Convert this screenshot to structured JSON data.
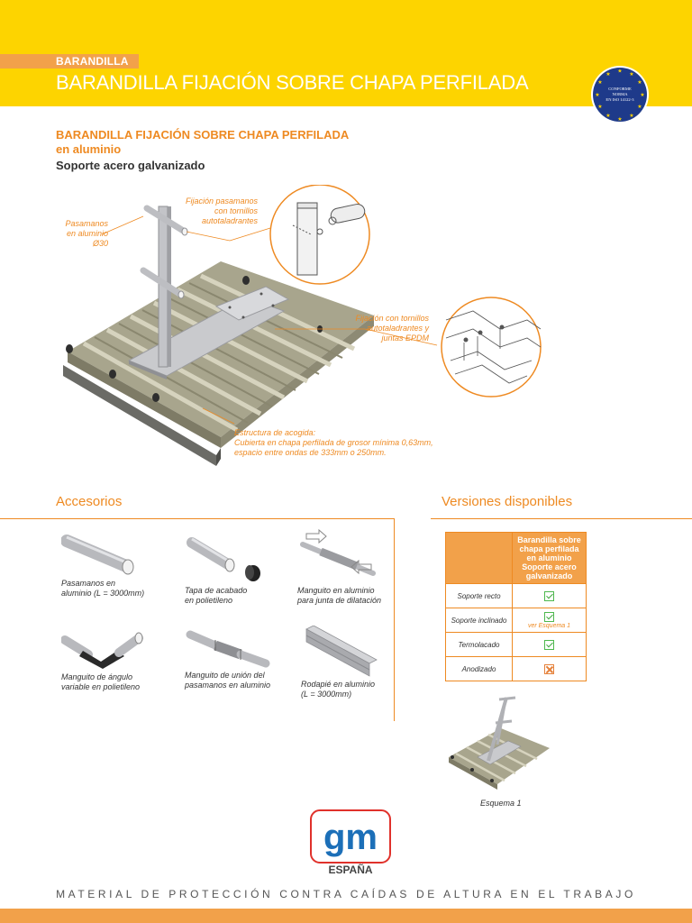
{
  "header": {
    "section_tag": "BARANDILLA",
    "title": "BARANDILLA FIJACIÓN SOBRE CHAPA PERFILADA",
    "seal_text": [
      "CONFORME",
      "NORMA",
      "EN ISO 14122-3"
    ]
  },
  "product": {
    "title": "BARANDILLA FIJACIÓN SOBRE CHAPA PERFILADA",
    "subtitle_material": "en aluminio",
    "subtitle_support": "Soporte acero galvanizado"
  },
  "callouts": {
    "pasamanos": [
      "Pasamanos",
      "en aluminio",
      "Ø30"
    ],
    "fijacion_pasamanos": [
      "Fijación pasamanos",
      "con tornillos",
      "autotaladrantes"
    ],
    "fijacion_tornillos": [
      "Fijación con tornillos",
      "autotaladrantes y",
      "juntas EPDM"
    ],
    "estructura": [
      "Estructura de acogida:",
      "Cubierta en chapa perfilada de grosor mínima 0,63mm,",
      "espacio entre ondas de 333mm o 250mm."
    ]
  },
  "accessories": {
    "heading": "Accesorios",
    "items": [
      {
        "caption": [
          "Pasamanos en",
          "aluminio (L = 3000mm)"
        ],
        "icon": "handrail-tube-icon"
      },
      {
        "caption": [
          "Tapa de acabado",
          "en polietileno"
        ],
        "icon": "end-cap-icon"
      },
      {
        "caption": [
          "Manguito en aluminio",
          "para junta de dilatación"
        ],
        "icon": "expansion-sleeve-icon"
      },
      {
        "caption": [
          "Manguito de ángulo",
          "variable en polietileno"
        ],
        "icon": "angle-sleeve-icon"
      },
      {
        "caption": [
          "Manguito de unión del",
          "pasamanos en aluminio"
        ],
        "icon": "union-sleeve-icon"
      },
      {
        "caption": [
          "Rodapié en aluminio",
          "(L = 3000mm)"
        ],
        "icon": "toe-board-icon"
      }
    ]
  },
  "versions": {
    "heading": "Versiones disponibles",
    "column_header": [
      "Barandilla sobre",
      "chapa perfilada",
      "en aluminio",
      "Soporte acero",
      "galvanizado"
    ],
    "rows": [
      {
        "label": "Soporte recto",
        "status": "check",
        "note": ""
      },
      {
        "label": "Soporte inclinado",
        "status": "check",
        "note": "ver Esquema 1"
      },
      {
        "label": "Termolacado",
        "status": "check",
        "note": ""
      },
      {
        "label": "Anodizado",
        "status": "cross",
        "note": ""
      }
    ],
    "scheme_caption": "Esquema 1"
  },
  "logo": {
    "letters": "gm",
    "country": "ESPAÑA"
  },
  "footer": {
    "tagline": "MATERIAL DE PROTECCIÓN CONTRA CAÍDAS DE ALTURA EN EL TRABAJO"
  },
  "colors": {
    "header_yellow": "#FDD400",
    "accent_orange": "#EE8A22",
    "tag_orange": "#F2A14A",
    "seal_blue": "#1E3A8A",
    "logo_blue": "#1C6FB8",
    "logo_red": "#E0312B",
    "check_green": "#3FA83F"
  }
}
